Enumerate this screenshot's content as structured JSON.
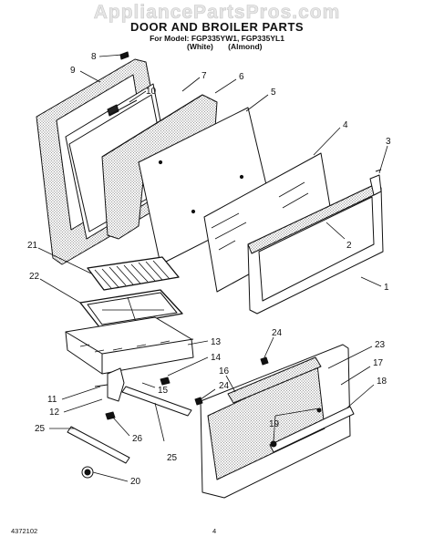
{
  "watermark": "AppliancePartsPros.com",
  "header": {
    "title": "DOOR AND BROILER PARTS",
    "model_line": "For Model: FGP335YW1, FGP335YL1",
    "color_white": "(White)",
    "color_almond": "(Almond)"
  },
  "callouts": {
    "c1": "1",
    "c2": "2",
    "c3": "3",
    "c4": "4",
    "c5": "5",
    "c6": "6",
    "c7": "7",
    "c8": "8",
    "c9": "9",
    "c10": "10",
    "c11": "11",
    "c12": "12",
    "c13": "13",
    "c14": "14",
    "c15": "15",
    "c16": "16",
    "c17": "17",
    "c18": "18",
    "c19": "19",
    "c20": "20",
    "c21": "21",
    "c22": "22",
    "c23": "23",
    "c24a": "24",
    "c24b": "24",
    "c25a": "25",
    "c25b": "25",
    "c26": "26"
  },
  "footer": {
    "doc_number": "4372102",
    "page_number": "4"
  }
}
